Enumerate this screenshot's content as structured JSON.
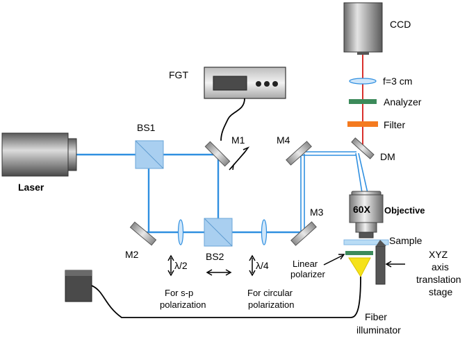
{
  "labels": {
    "ccd": "CCD",
    "lens": "f=3 cm",
    "analyzer": "Analyzer",
    "filter": "Filter",
    "dm": "DM",
    "fgt": "FGT",
    "bs1": "BS1",
    "bs2": "BS2",
    "m1": "M1",
    "m2": "M2",
    "m3": "M3",
    "m4": "M4",
    "laser": "Laser",
    "objective_mag": "60X",
    "objective": "Objective",
    "sample": "Sample",
    "half_wave": "λ/2",
    "quarter_wave": "λ/4",
    "sp_line1": "For s-p",
    "sp_line2": "polarization",
    "circ_line1": "For circular",
    "circ_line2": "polarization",
    "linpol_line1": "Linear",
    "linpol_line2": "polarizer",
    "xyz_line1": "XYZ",
    "xyz_line2": "axis",
    "xyz_line3": "translation",
    "xyz_line4": "stage",
    "fiber_line1": "Fiber",
    "fiber_line2": "illuminator"
  },
  "colors": {
    "beam": "#2f8fe0",
    "ccd_beam": "#d9302c",
    "filter": "#f47a1f",
    "analyzer": "#3c8a5a",
    "beamsplitter": "#a9cff0",
    "illuminator": "#f5e21a",
    "sample": "#b9dcf5"
  }
}
